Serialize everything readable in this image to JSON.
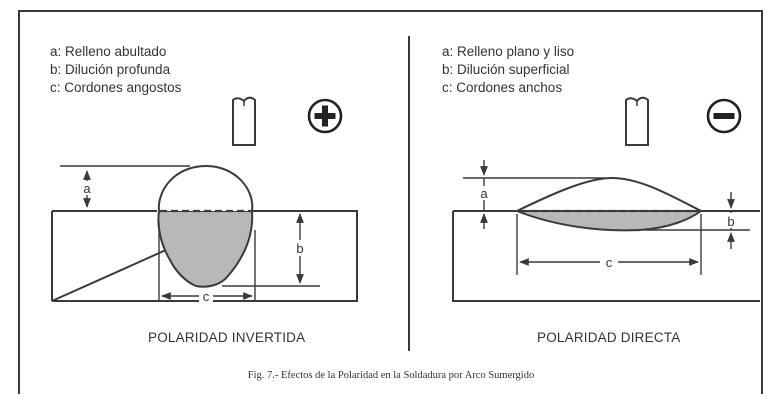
{
  "left_panel": {
    "legend": [
      "a: Relleno abultado",
      "b: Dilución profunda",
      "c: Cordones angostos"
    ],
    "polarity_sign": "+",
    "dimension_labels": {
      "a": "a",
      "b": "b",
      "c": "c"
    },
    "title": "POLARIDAD INVERTIDA"
  },
  "right_panel": {
    "legend": [
      "a: Relleno plano y liso",
      "b: Dilución superficial",
      "c: Cordones anchos"
    ],
    "polarity_sign": "−",
    "dimension_labels": {
      "a": "a",
      "b": "b",
      "c": "c"
    },
    "title": "POLARIDAD DIRECTA"
  },
  "caption": "Fig. 7.-  Efectos de la Polaridad en la Soldadura por Arco Sumergido",
  "colors": {
    "line": "#3a3a3a",
    "fill": "#b8b8b8"
  }
}
